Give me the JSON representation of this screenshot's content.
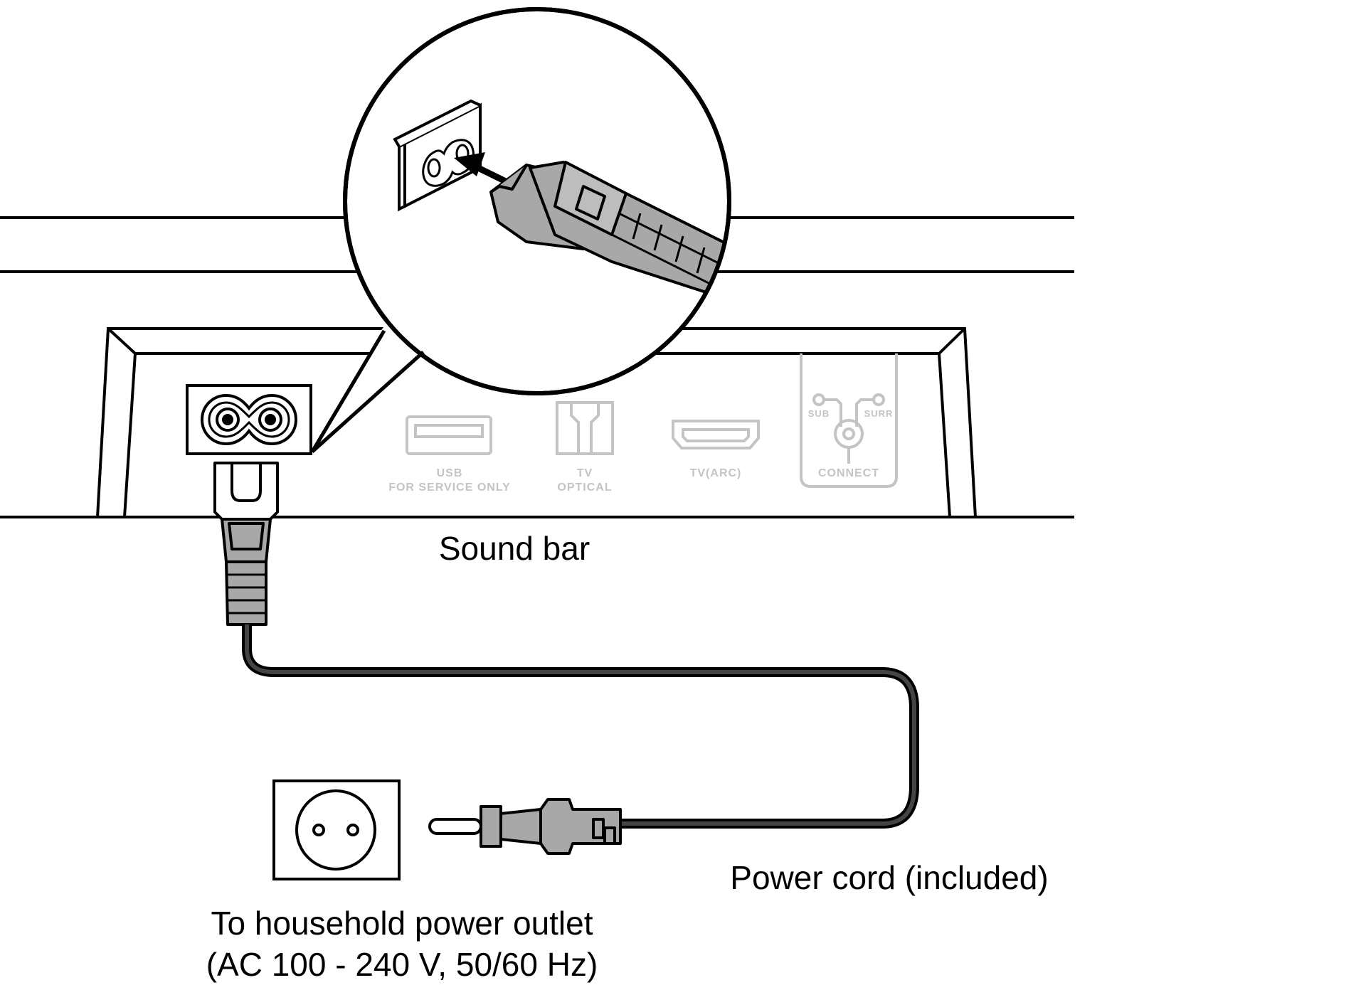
{
  "labels": {
    "sound_bar": "Sound bar",
    "power_cord": "Power cord (included)",
    "outlet_line1": "To household power outlet",
    "outlet_line2": "(AC 100 - 240 V, 50/60 Hz)"
  },
  "ports": {
    "usb_line1": "USB",
    "usb_line2": "FOR SERVICE ONLY",
    "tv_line1": "TV",
    "tv_line2": "OPTICAL",
    "hdmi": "TV(ARC)",
    "sub": "SUB",
    "surr": "SURR",
    "connect": "CONNECT"
  },
  "colors": {
    "line": "#000000",
    "faded_port": "#c4c4c4",
    "plug_fill": "#a8a8a8",
    "background": "#ffffff"
  },
  "icons": [
    "power-inlet-icon",
    "usb-port-icon",
    "optical-port-icon",
    "hdmi-port-icon",
    "connect-port-icon",
    "wall-outlet-icon",
    "plug-icon",
    "arrow-icon"
  ]
}
